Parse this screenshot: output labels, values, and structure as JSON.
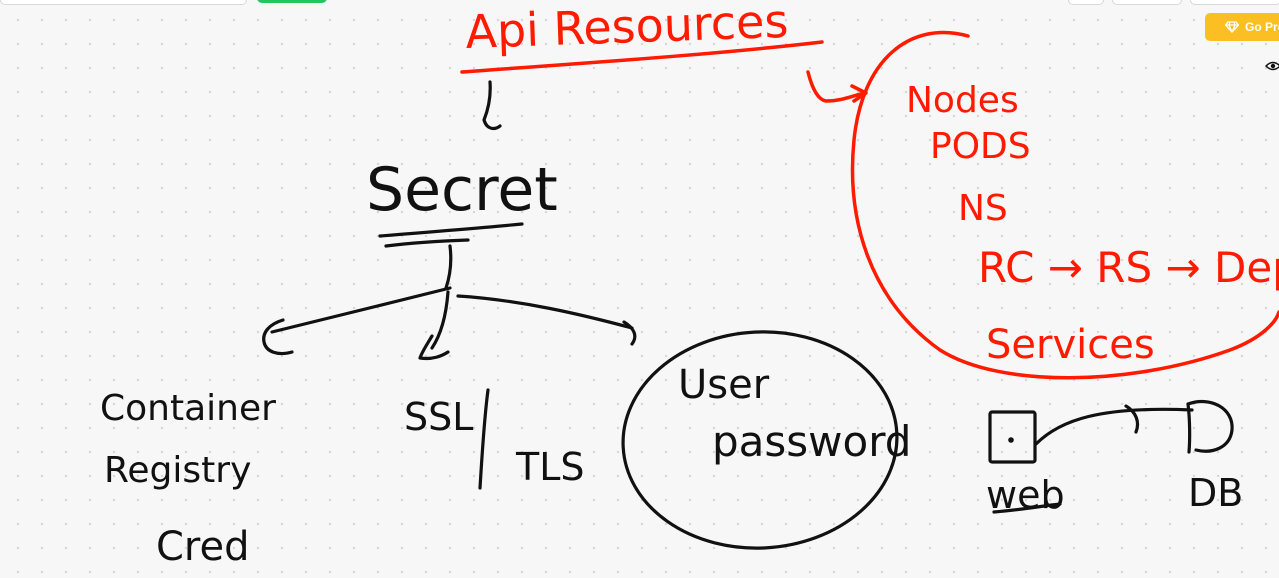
{
  "colors": {
    "background": "#f7f7f8",
    "ink_red": "#ff1a00",
    "ink_black": "#111111",
    "go_pro_bg": "#fbbf24",
    "toolbar_green": "#22c55e"
  },
  "toolbar": {
    "go_pro_label": "Go Pro",
    "go_pro_icon": "diamond-icon",
    "view_icon": "eye-icon"
  },
  "diagram": {
    "api_resources_heading": "Api Resources",
    "secret_label": "Secret",
    "resource_list": [
      "Nodes",
      "PODS",
      "NS",
      "RC → RS → Dep",
      "Services"
    ],
    "branches": [
      {
        "lines": [
          "Container",
          "Registry",
          "Cred"
        ]
      },
      {
        "lines": [
          "SSL",
          "TLS"
        ]
      },
      {
        "lines": [
          "User",
          "password"
        ]
      }
    ],
    "web_label": "web",
    "db_label": "DB"
  }
}
